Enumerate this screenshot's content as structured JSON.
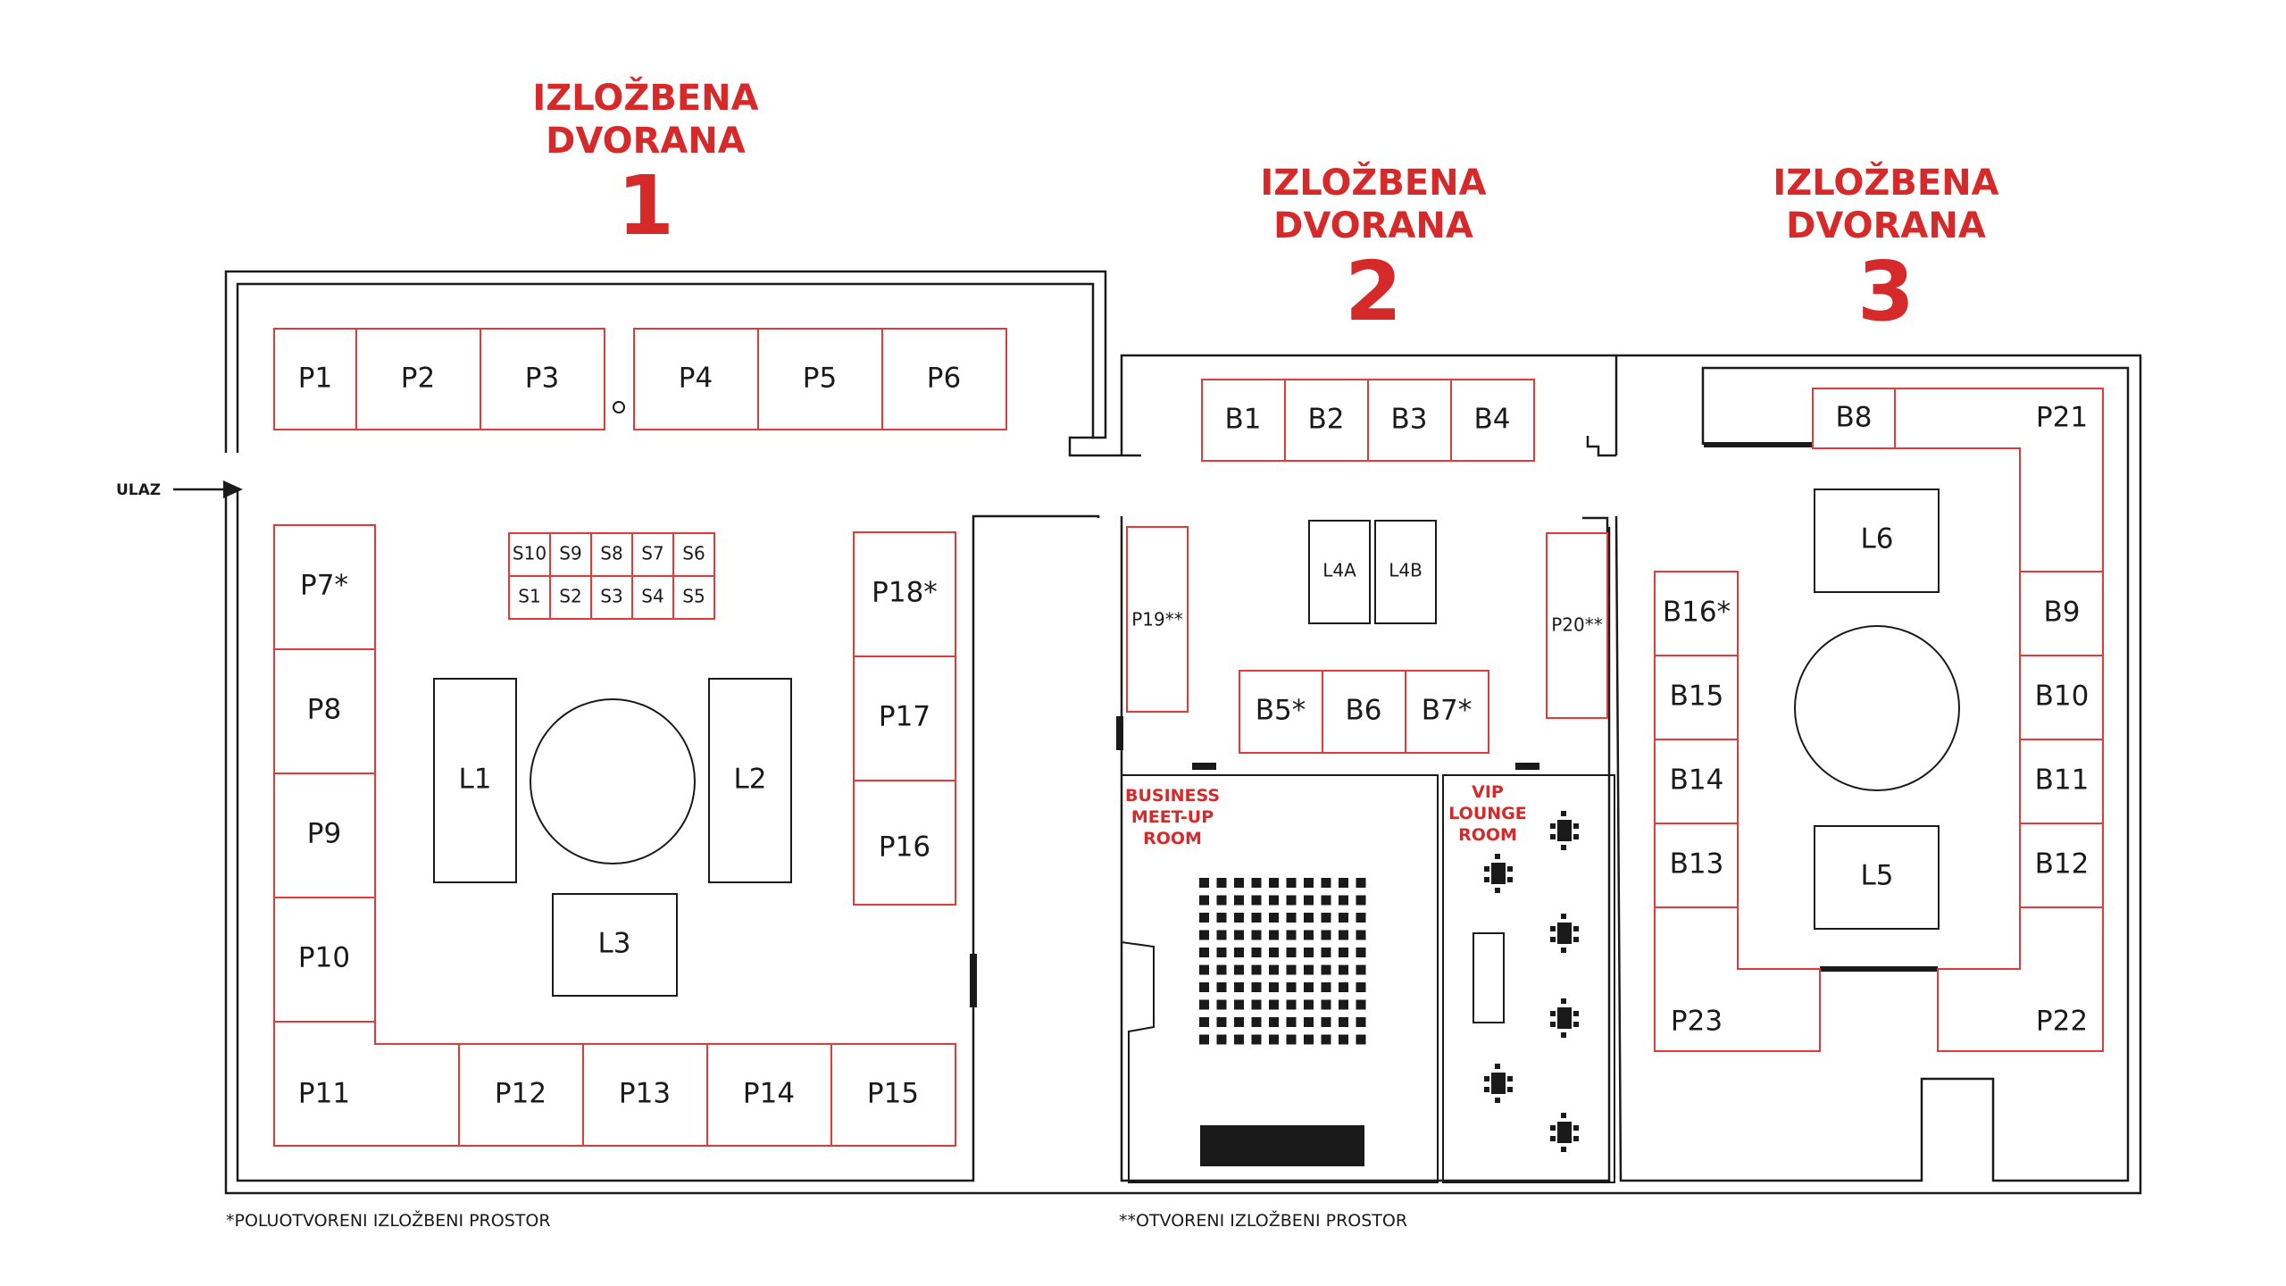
{
  "halls": [
    {
      "line1": "IZLOŽBENA",
      "line2": "DVORANA",
      "number": "1"
    },
    {
      "line1": "IZLOŽBENA",
      "line2": "DVORANA",
      "number": "2"
    },
    {
      "line1": "IZLOŽBENA",
      "line2": "DVORANA",
      "number": "3"
    }
  ],
  "entrance": {
    "label": "ULAZ"
  },
  "booths": {
    "P1": "P1",
    "P2": "P2",
    "P3": "P3",
    "P4": "P4",
    "P5": "P5",
    "P6": "P6",
    "P7": "P7*",
    "P8": "P8",
    "P9": "P9",
    "P10": "P10",
    "P11": "P11",
    "P12": "P12",
    "P13": "P13",
    "P14": "P14",
    "P15": "P15",
    "P16": "P16",
    "P17": "P17",
    "P18": "P18*",
    "P19": "P19**",
    "P20": "P20**",
    "P21": "P21",
    "P22": "P22",
    "P23": "P23",
    "S1": "S1",
    "S2": "S2",
    "S3": "S3",
    "S4": "S4",
    "S5": "S5",
    "S6": "S6",
    "S7": "S7",
    "S8": "S8",
    "S9": "S9",
    "S10": "S10",
    "B1": "B1",
    "B2": "B2",
    "B3": "B3",
    "B4": "B4",
    "B5": "B5*",
    "B6": "B6",
    "B7": "B7*",
    "B8": "B8",
    "B9": "B9",
    "B10": "B10",
    "B11": "B11",
    "B12": "B12",
    "B13": "B13",
    "B14": "B14",
    "B15": "B15",
    "B16": "B16*"
  },
  "lounges": {
    "L1": "L1",
    "L2": "L2",
    "L3": "L3",
    "L4A": "L4A",
    "L4B": "L4B",
    "L5": "L5",
    "L6": "L6"
  },
  "rooms": {
    "business": [
      "BUSINESS",
      "MEET-UP",
      "ROOM"
    ],
    "vip": [
      "VIP",
      "LOUNGE",
      "ROOM"
    ]
  },
  "footnotes": {
    "semi_open": "*POLUOTVORENI IZLOŽBENI PROSTOR",
    "open": "**OTVORENI IZLOŽBENI PROSTOR"
  },
  "colors": {
    "accent": "#d62a2a",
    "booth_outline": "#e03a3a",
    "wall": "#1a1a1a"
  }
}
